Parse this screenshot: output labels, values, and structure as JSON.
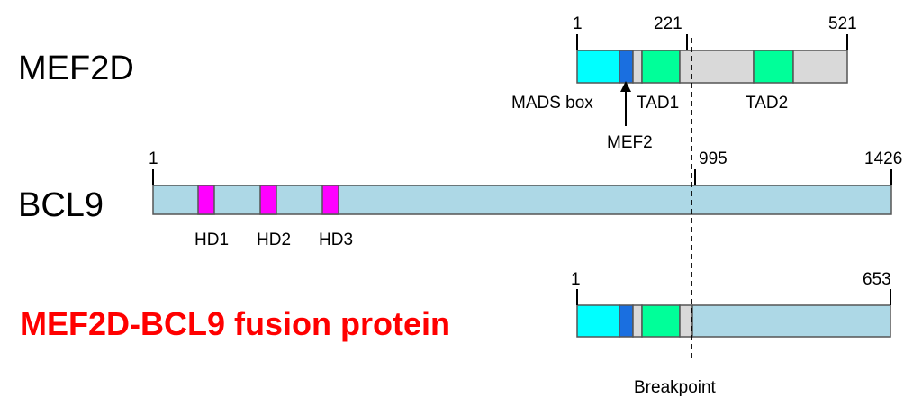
{
  "colors": {
    "mads": "#00ffff",
    "mef2": "#1a6fe0",
    "tad": "#00ff99",
    "mef_gray": "#d9d9d9",
    "bcl9": "#add8e6",
    "hd": "#ff00ff",
    "fusion_label": "#ff0000"
  },
  "proteins": {
    "mef2d": {
      "name": "MEF2D",
      "ticks": {
        "start": "1",
        "break": "221",
        "end": "521"
      },
      "domains": {
        "mads": "MADS box",
        "mef2": "MEF2",
        "tad1": "TAD1",
        "tad2": "TAD2"
      }
    },
    "bcl9": {
      "name": "BCL9",
      "ticks": {
        "start": "1",
        "break": "995",
        "end": "1426"
      },
      "domains": {
        "hd1": "HD1",
        "hd2": "HD2",
        "hd3": "HD3"
      }
    },
    "fusion": {
      "name": "MEF2D-BCL9 fusion protein",
      "ticks": {
        "start": "1",
        "end": "653"
      }
    }
  },
  "breakpoint_label": "Breakpoint"
}
